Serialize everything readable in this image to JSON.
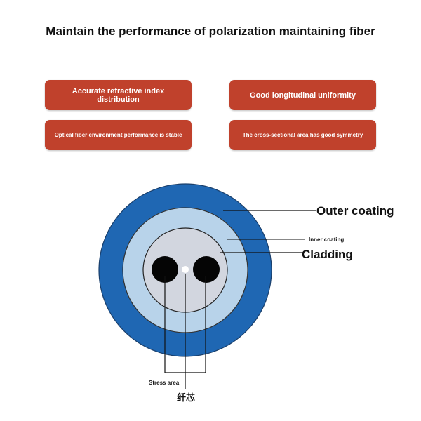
{
  "title": "Maintain the performance of polarization maintaining fiber",
  "features": [
    {
      "label": "Accurate refractive index distribution"
    },
    {
      "label": "Good longitudinal uniformity"
    },
    {
      "label": "Optical fiber environment performance is stable"
    },
    {
      "label": "The cross-sectional area has good symmetry"
    }
  ],
  "diagram": {
    "labels": {
      "outer_coating": "Outer coating",
      "inner_coating": "Inner coating",
      "cladding": "Cladding",
      "stress_area": "Stress area",
      "core": "纤芯"
    },
    "colors": {
      "feature_box": "#c0412c",
      "outer_coating": "#1f67b3",
      "inner_coating": "#b8d3ea",
      "cladding": "#d2d6df",
      "stress_rods": "#050505",
      "core": "#ffffff"
    }
  }
}
